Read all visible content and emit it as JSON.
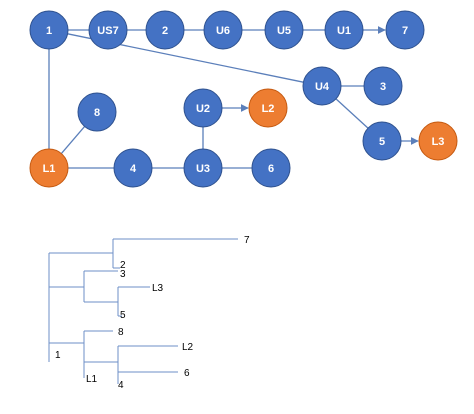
{
  "colors": {
    "node_blue": "#4472c4",
    "node_orange": "#ed7d31",
    "node_stroke": "#2f528f",
    "edge": "#5b7fba",
    "tree_line": "#6e8fc7"
  },
  "graph": {
    "nodes": [
      {
        "id": "n1",
        "label": "1",
        "type": "blue"
      },
      {
        "id": "nUS7",
        "label": "US7",
        "type": "blue"
      },
      {
        "id": "n2",
        "label": "2",
        "type": "blue"
      },
      {
        "id": "nU6",
        "label": "U6",
        "type": "blue"
      },
      {
        "id": "nU5",
        "label": "U5",
        "type": "blue"
      },
      {
        "id": "nU1",
        "label": "U1",
        "type": "blue"
      },
      {
        "id": "n7",
        "label": "7",
        "type": "blue"
      },
      {
        "id": "nU4",
        "label": "U4",
        "type": "blue"
      },
      {
        "id": "n3",
        "label": "3",
        "type": "blue"
      },
      {
        "id": "n5",
        "label": "5",
        "type": "blue"
      },
      {
        "id": "nL3",
        "label": "L3",
        "type": "orange"
      },
      {
        "id": "n8",
        "label": "8",
        "type": "blue"
      },
      {
        "id": "nU2",
        "label": "U2",
        "type": "blue"
      },
      {
        "id": "nL2",
        "label": "L2",
        "type": "orange"
      },
      {
        "id": "nL1",
        "label": "L1",
        "type": "orange"
      },
      {
        "id": "n4",
        "label": "4",
        "type": "blue"
      },
      {
        "id": "nU3",
        "label": "U3",
        "type": "blue"
      },
      {
        "id": "n6",
        "label": "6",
        "type": "blue"
      }
    ],
    "edges": [
      {
        "from": "n1",
        "to": "nUS7"
      },
      {
        "from": "nUS7",
        "to": "n2"
      },
      {
        "from": "n2",
        "to": "nU6"
      },
      {
        "from": "nU6",
        "to": "nU5"
      },
      {
        "from": "nU5",
        "to": "nU1"
      },
      {
        "from": "nU1",
        "to": "n7",
        "arrow": true
      },
      {
        "from": "n1",
        "to": "nU4"
      },
      {
        "from": "nU4",
        "to": "n3"
      },
      {
        "from": "nU4",
        "to": "n5"
      },
      {
        "from": "n5",
        "to": "nL3",
        "arrow": true
      },
      {
        "from": "n1",
        "to": "nL1"
      },
      {
        "from": "nL1",
        "to": "n8"
      },
      {
        "from": "nL1",
        "to": "n4"
      },
      {
        "from": "n4",
        "to": "nU3"
      },
      {
        "from": "nU3",
        "to": "n6"
      },
      {
        "from": "nU3",
        "to": "nU2"
      },
      {
        "from": "nU2",
        "to": "nL2",
        "arrow": true
      }
    ]
  },
  "tree": {
    "labels": [
      {
        "id": "t7",
        "text": "7"
      },
      {
        "id": "t2",
        "text": "2"
      },
      {
        "id": "t3",
        "text": "3"
      },
      {
        "id": "tL3",
        "text": "L3"
      },
      {
        "id": "t5",
        "text": "5"
      },
      {
        "id": "t8",
        "text": "8"
      },
      {
        "id": "tL2",
        "text": "L2"
      },
      {
        "id": "t1",
        "text": "1"
      },
      {
        "id": "t6",
        "text": "6"
      },
      {
        "id": "tL1",
        "text": "L1"
      },
      {
        "id": "t4",
        "text": "4"
      }
    ]
  }
}
